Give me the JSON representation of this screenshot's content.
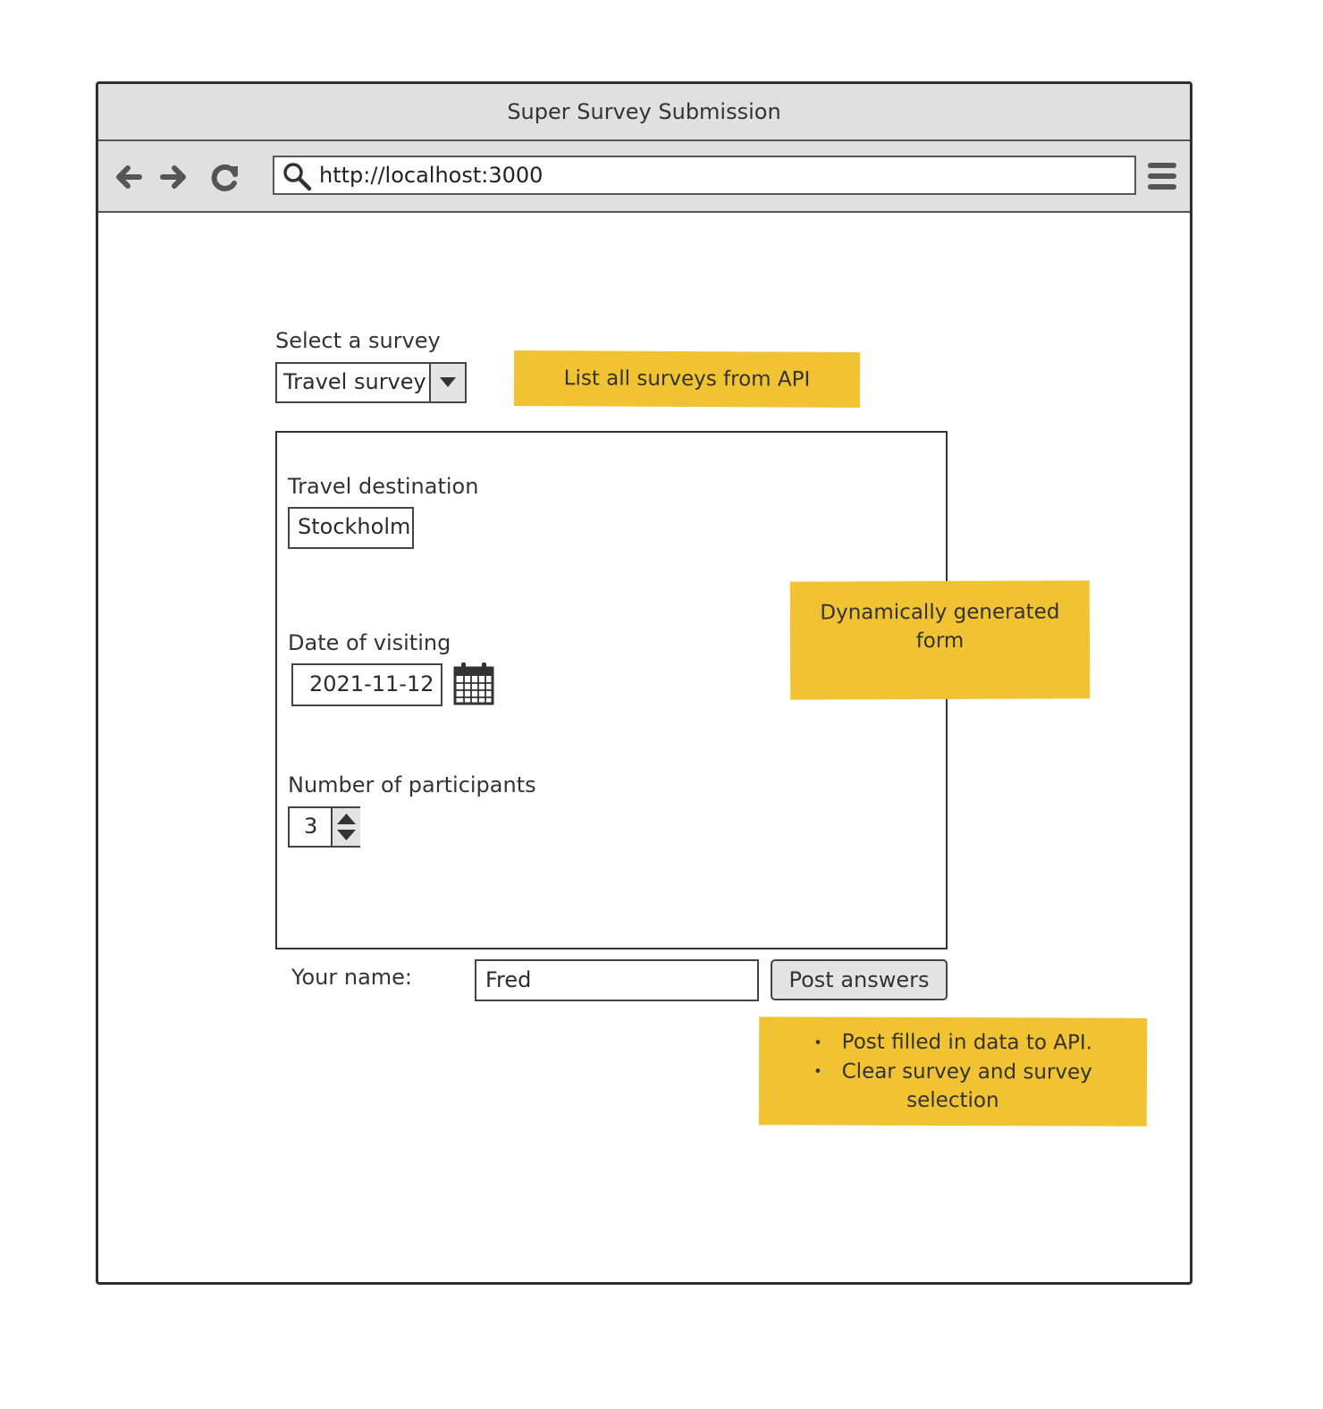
{
  "window": {
    "title": "Super Survey Submission"
  },
  "toolbar": {
    "url": "http://localhost:3000",
    "icons": [
      "back-arrow-icon",
      "forward-arrow-icon",
      "reload-icon",
      "search-icon",
      "hamburger-menu-icon"
    ]
  },
  "survey_select": {
    "label": "Select a survey",
    "value": "Travel survey"
  },
  "form": {
    "destination": {
      "label": "Travel destination",
      "value": "Stockholm"
    },
    "date": {
      "label": "Date of visiting",
      "value": "2021-11-12"
    },
    "participants": {
      "label": "Number of participants",
      "value": "3"
    }
  },
  "name": {
    "label": "Your name:",
    "value": "Fred"
  },
  "post_button": "Post answers",
  "notes": {
    "list": "List all surveys from API",
    "dynamic": "Dynamically generated form",
    "post_1": "Post filled in data to API.",
    "post_2": "Clear survey and survey selection"
  },
  "colors": {
    "sticky": "#f1c232",
    "chrome": "#e0e0e0"
  }
}
